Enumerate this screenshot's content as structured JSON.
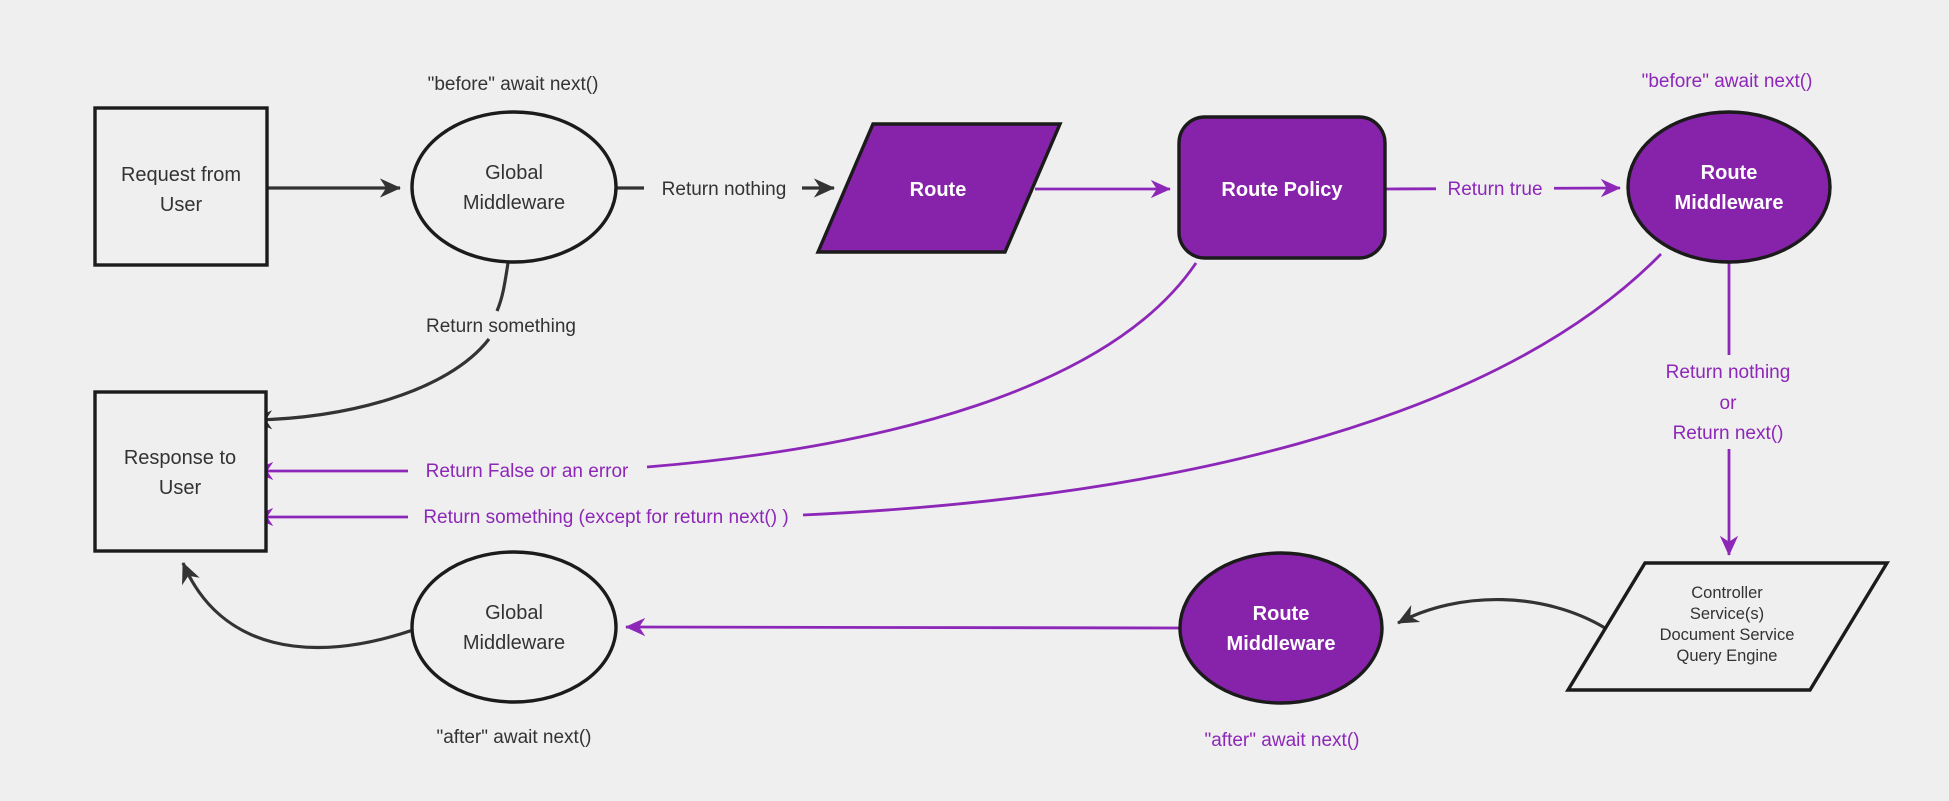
{
  "diagram": "middleware-request-flow",
  "colors": {
    "background": "#efefef",
    "node_fill_purple": "#8723aa",
    "node_fill_light": "#efefef",
    "node_border": "#1b1b1b",
    "edge_black": "#333333",
    "edge_purple": "#8d27b8",
    "text_dark": "#333333",
    "text_white": "#ffffff"
  },
  "nodes": {
    "request_from_user": {
      "lines": [
        "Request from",
        "User"
      ]
    },
    "global_middleware_top": {
      "lines": [
        "Global",
        "Middleware"
      ]
    },
    "route": {
      "label": "Route"
    },
    "route_policy": {
      "label": "Route Policy"
    },
    "route_middleware_top": {
      "lines": [
        "Route",
        "Middleware"
      ]
    },
    "services": {
      "lines": [
        "Controller",
        "Service(s)",
        "Document Service",
        "Query Engine"
      ]
    },
    "route_middleware_bottom": {
      "lines": [
        "Route",
        "Middleware"
      ]
    },
    "global_middleware_bottom": {
      "lines": [
        "Global",
        "Middleware"
      ]
    },
    "response_to_user": {
      "lines": [
        "Response to",
        "User"
      ]
    }
  },
  "edge_labels": {
    "before_await_next_top": "\"before\" await next()",
    "before_await_next_right": "\"before\" await next()",
    "return_nothing": "Return nothing",
    "return_true": "Return true",
    "return_nothing_or": [
      "Return nothing",
      "or",
      "Return next()"
    ],
    "return_something": "Return something",
    "return_false_or_error": "Return False or an error",
    "return_something_except": "Return something (except for return next() )",
    "after_await_next_bottom": "\"after\" await next()",
    "after_await_next_left": "\"after\" await next()"
  }
}
